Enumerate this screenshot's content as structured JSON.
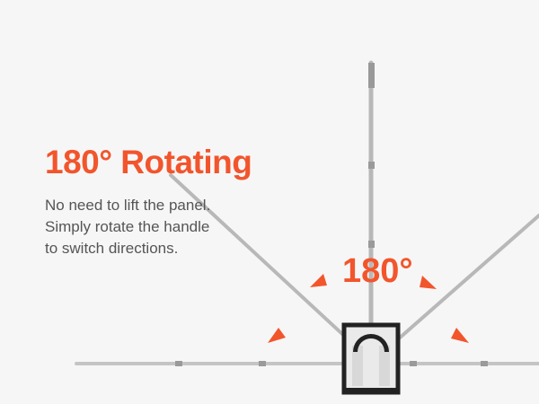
{
  "headline": "180° Rotating",
  "description": [
    "No need to lift the panel.",
    "Simply rotate the handle",
    "to switch directions."
  ],
  "angle_label": "180°",
  "colors": {
    "accent": "#f2552c",
    "background": "#f6f6f6",
    "text": "#555555"
  }
}
